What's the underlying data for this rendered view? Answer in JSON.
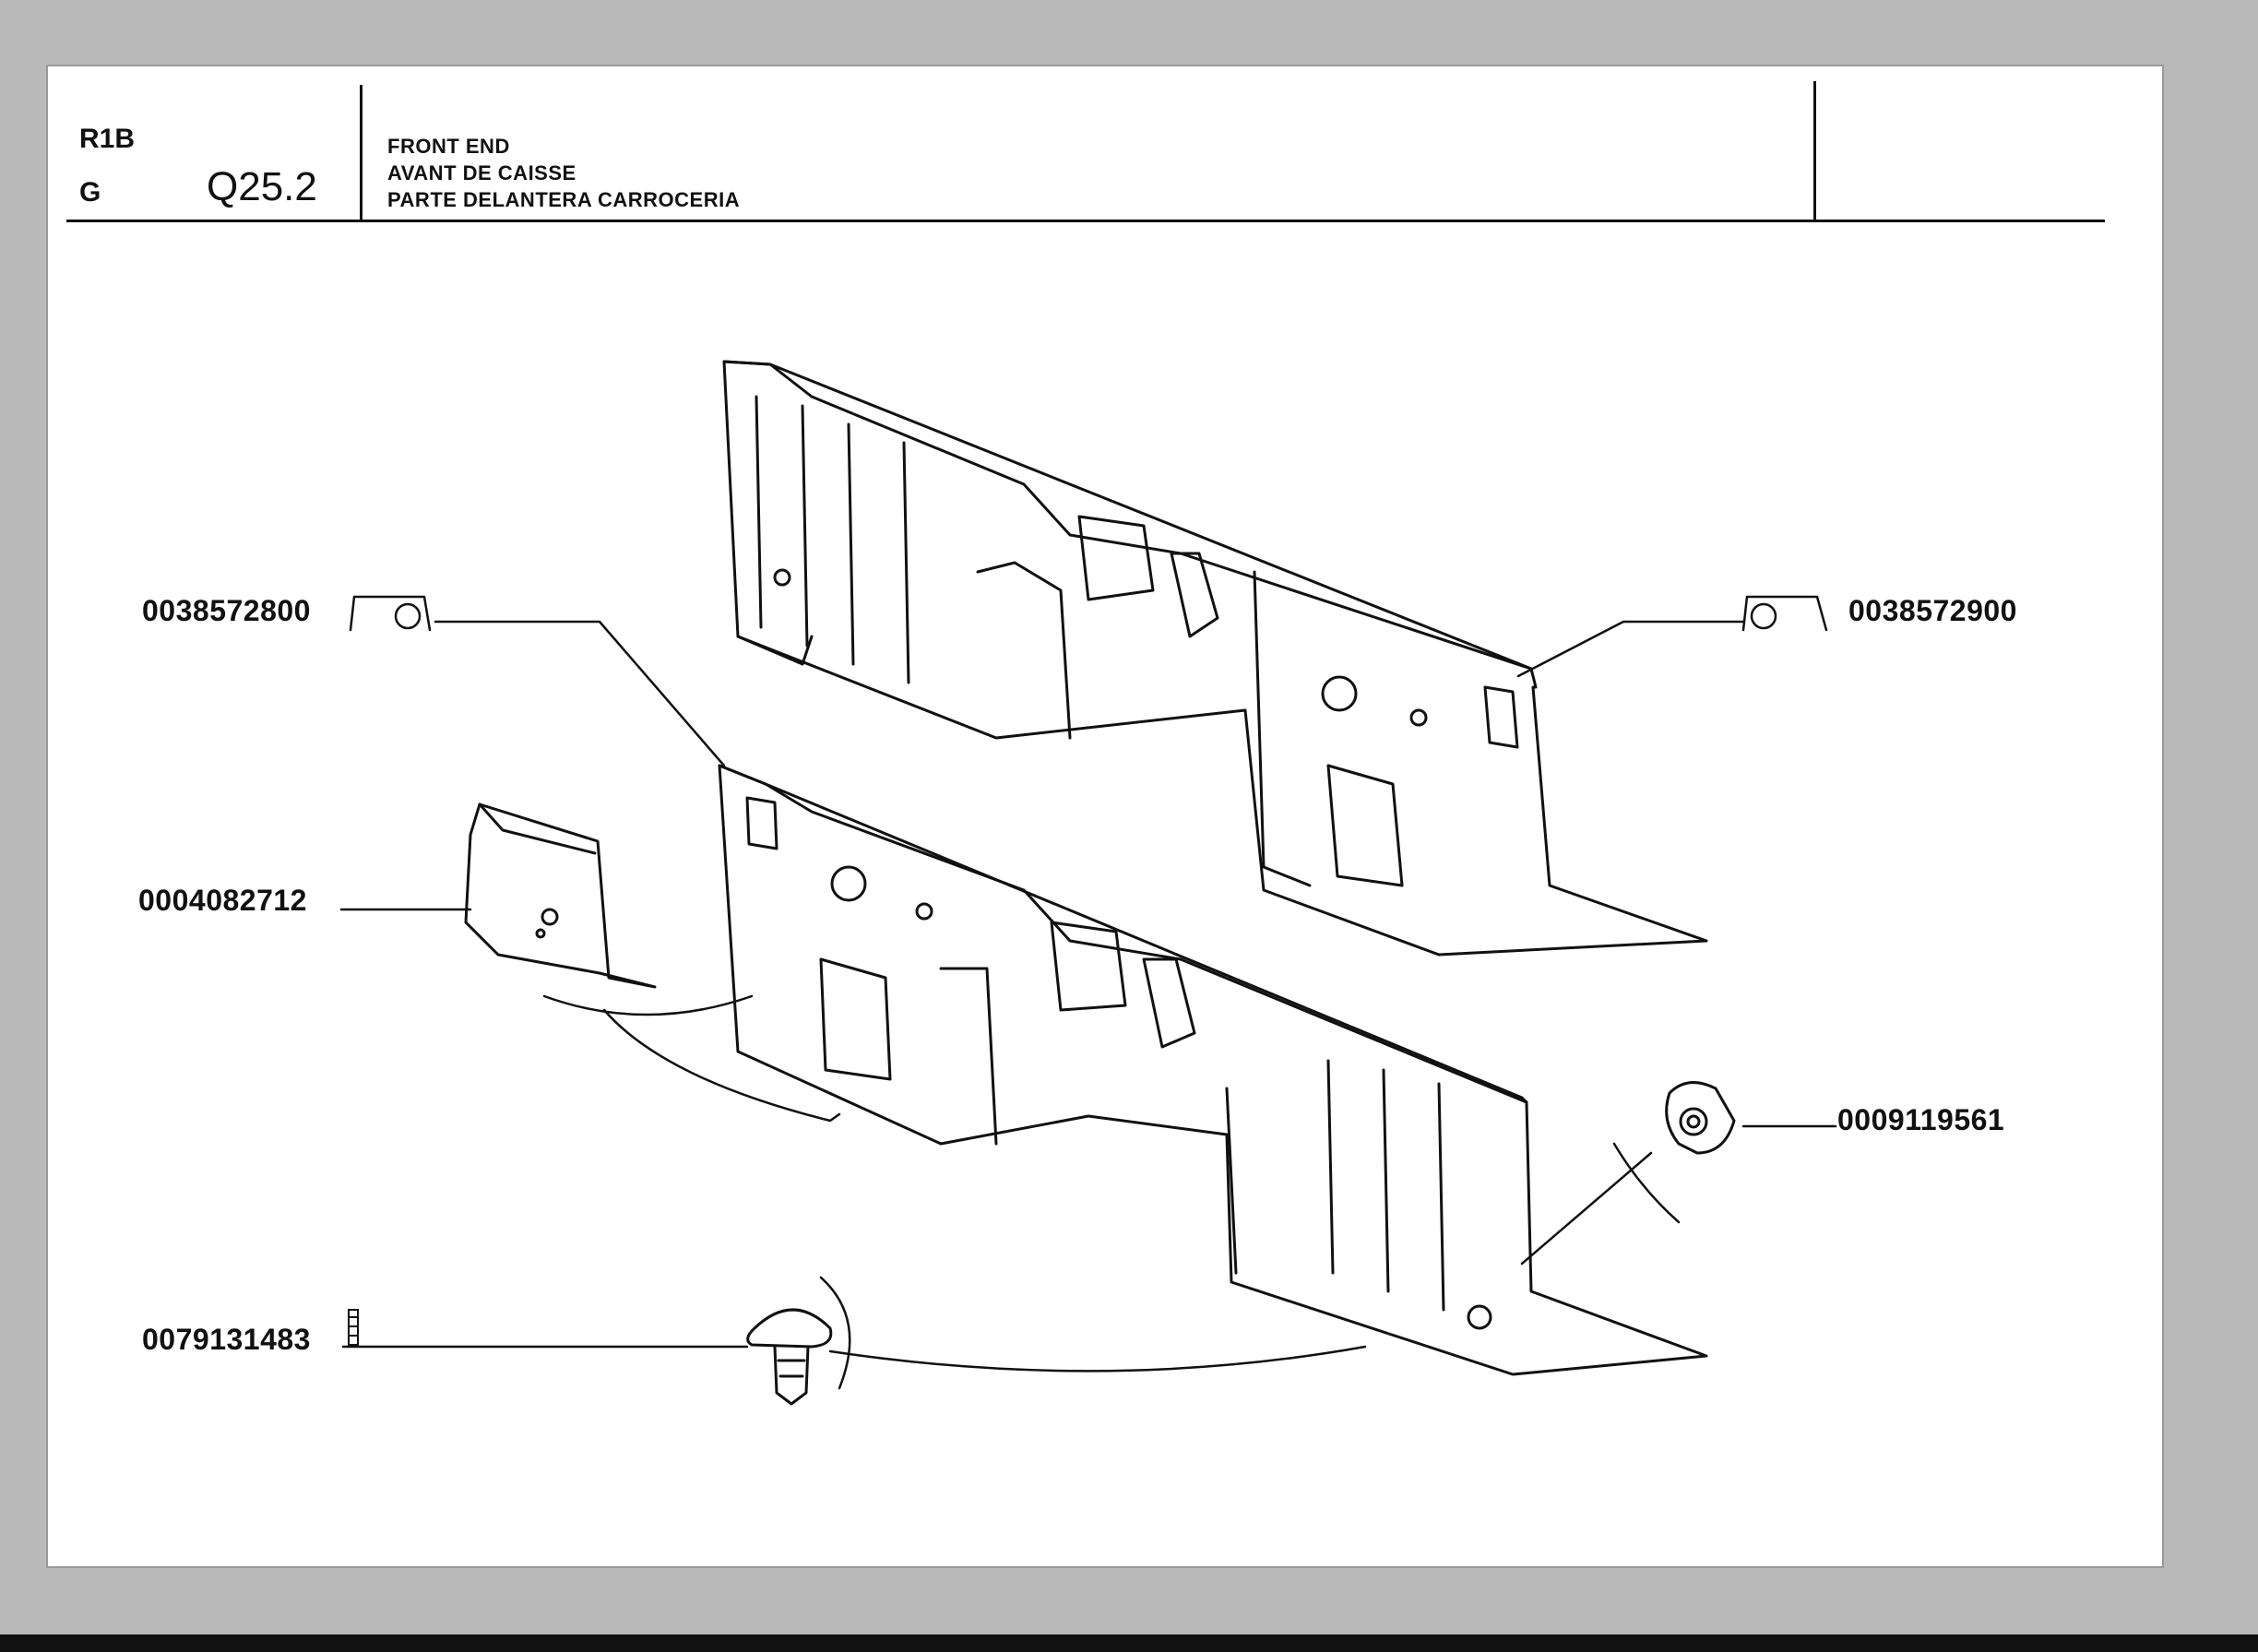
{
  "header": {
    "model_code": "R1B",
    "version_code": "G",
    "page_code": "Q25.2",
    "titles": [
      "FRONT END",
      "AVANT DE CAISSE",
      "PARTE DELANTERA CARROCERIA"
    ]
  },
  "parts": [
    {
      "number": "0038572800",
      "icon": "washer-icon"
    },
    {
      "number": "0038572900",
      "icon": "washer-icon"
    },
    {
      "number": "0004082712",
      "icon": "bracket-icon"
    },
    {
      "number": "0009119561",
      "icon": "grommet-icon"
    },
    {
      "number": "0079131483",
      "icon": "push-clip-icon"
    }
  ]
}
